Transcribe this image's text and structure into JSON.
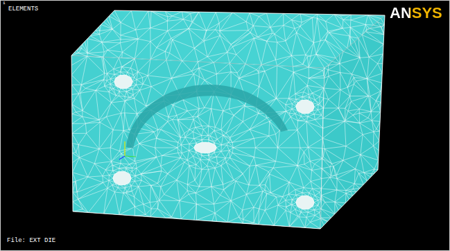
{
  "diagram": {
    "labels": [
      "1",
      "ELEMENTS",
      "ANSYS",
      "File: EXT DIE"
    ]
  }
}
